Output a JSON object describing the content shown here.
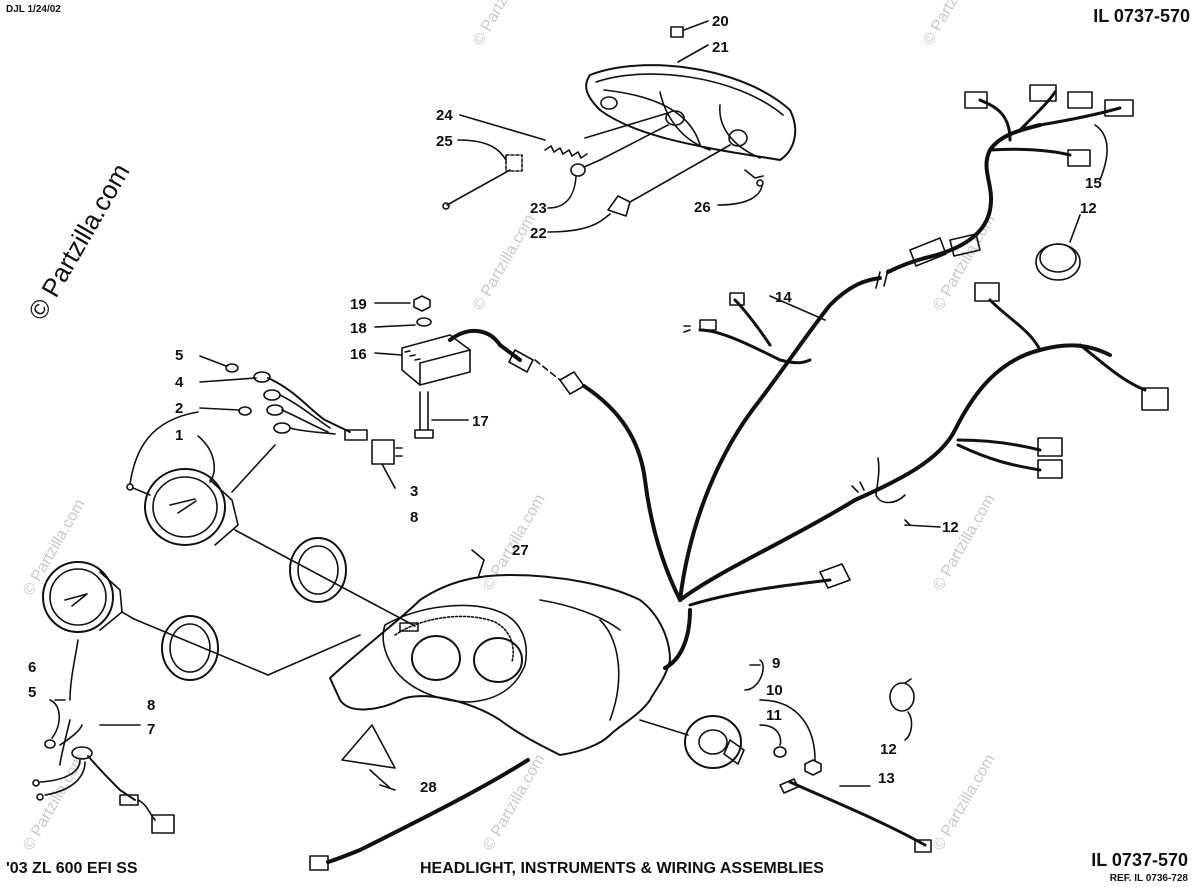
{
  "header": {
    "ref_top_left": "DJL 1/24/02",
    "il_top_right": "IL 0737-570"
  },
  "footer": {
    "model": "'03 ZL 600 EFI SS",
    "title": "HEADLIGHT, INSTRUMENTS & WIRING ASSEMBLIES",
    "il_bottom": "IL 0737-570",
    "ref_bottom": "REF. IL 0736-728"
  },
  "watermark": {
    "main": "© Partzilla.com",
    "repeat": "© Partzilla.com"
  },
  "callouts": {
    "c1": "1",
    "c2": "2",
    "c3": "3",
    "c4": "4",
    "c5a": "5",
    "c5b": "5",
    "c6": "6",
    "c7": "7",
    "c8a": "8",
    "c8b": "8",
    "c9": "9",
    "c10": "10",
    "c11": "11",
    "c12a": "12",
    "c12b": "12",
    "c12c": "12",
    "c13": "13",
    "c14": "14",
    "c15": "15",
    "c16": "16",
    "c17": "17",
    "c18": "18",
    "c19": "19",
    "c20": "20",
    "c21": "21",
    "c22": "22",
    "c23": "23",
    "c24": "24",
    "c25": "25",
    "c26": "26",
    "c27": "27",
    "c28": "28"
  },
  "colors": {
    "line": "#111111",
    "watermark": "#c9c9c9"
  }
}
